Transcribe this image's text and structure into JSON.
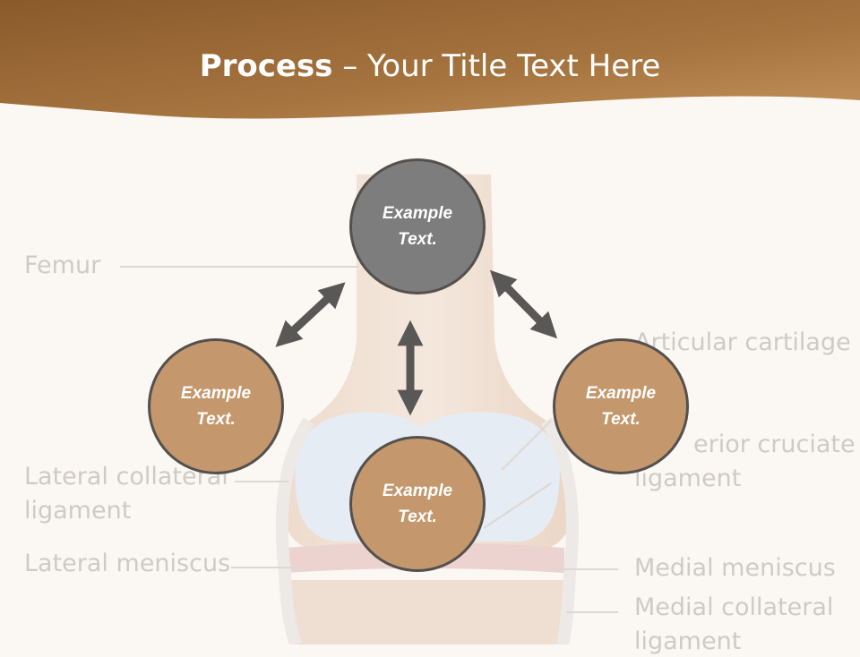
{
  "header": {
    "title_bold": "Process",
    "title_rest": " – Your Title Text Here"
  },
  "background_labels": {
    "femur": "Femur",
    "articular_cartilage": "Articular cartilage",
    "posterior_cruciate_1": "erior cruciate",
    "posterior_cruciate_2": "ligament",
    "lateral_collateral_1": "Lateral collateral",
    "lateral_collateral_2": "ligament",
    "lateral_meniscus": "Lateral meniscus",
    "medial_meniscus": "Medial meniscus",
    "medial_collateral_1": "Medial collateral",
    "medial_collateral_2": "ligament"
  },
  "process": {
    "top": "Example Text.",
    "left": "Example Text.",
    "right": "Example Text.",
    "bottom": "Example Text."
  },
  "colors": {
    "header_brown": "#9a6a3a",
    "circle_brown": "#c4976c",
    "circle_grey": "#7d7d7d",
    "arrow": "#5a5857",
    "label_grey": "#cfcac5"
  }
}
